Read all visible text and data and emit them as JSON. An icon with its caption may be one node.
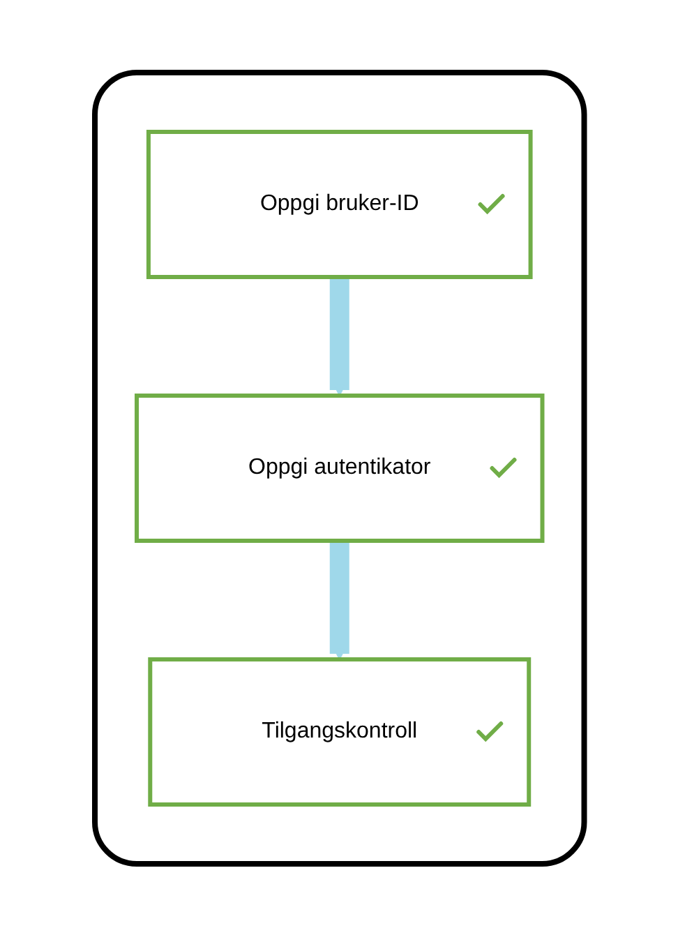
{
  "diagram": {
    "nodes": [
      {
        "text": [],
        "shape": "box"
      },
      {
        "text": [
          "Oppgi bruker-ID"
        ],
        "in": 0
      },
      {
        "text": [
          "Oppgi autentikator"
        ],
        "in": 0
      },
      {
        "text": [
          "Tilgangskontroll"
        ],
        "in": 0
      }
    ],
    "edges": [
      {
        "from": 1,
        "to": 2,
        "arrow": "to"
      },
      {
        "from": 2,
        "to": 3,
        "arrow": "to"
      }
    ]
  }
}
